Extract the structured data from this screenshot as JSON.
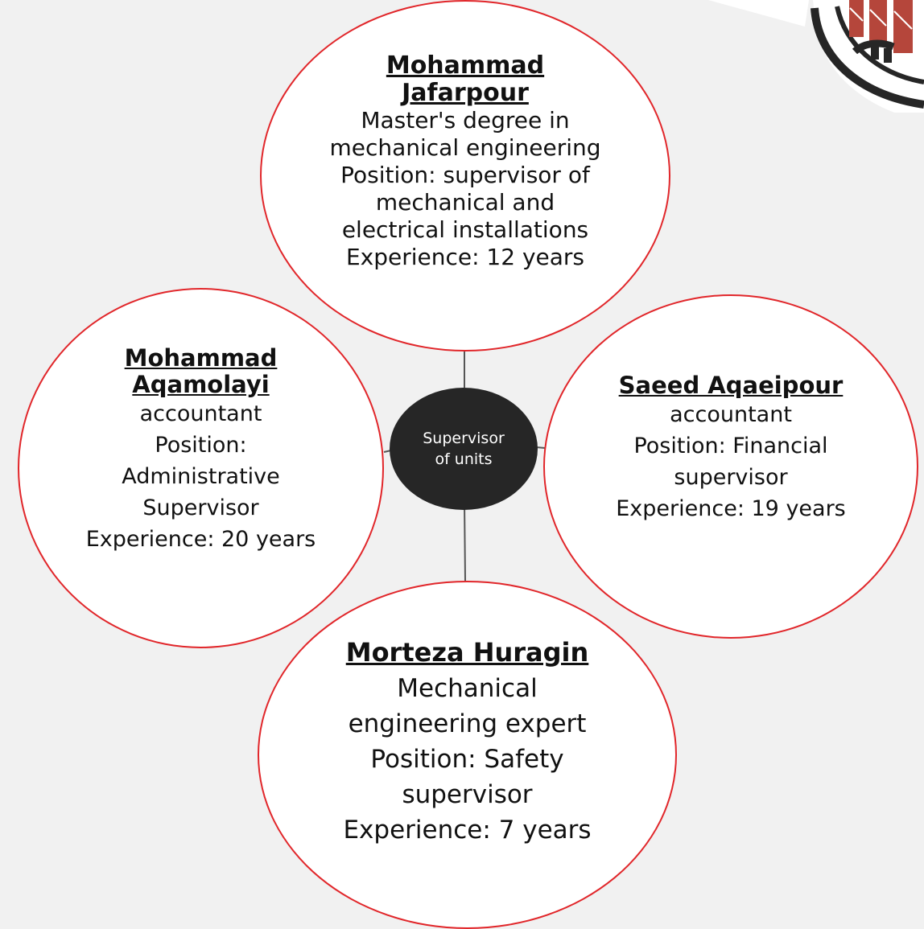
{
  "center": {
    "lines": [
      "Supervisor",
      "of units"
    ]
  },
  "nodes": [
    {
      "id": "top",
      "name": "Mohammad Jafarpour",
      "name_lines": [
        "Mohammad",
        "Jafarpour"
      ],
      "lines": [
        "Master's degree in",
        "mechanical engineering",
        "Position: supervisor of",
        "mechanical and",
        "electrical installations",
        "Experience: 12 years"
      ]
    },
    {
      "id": "left",
      "name": "Mohammad Aqamolayi",
      "name_lines": [
        "Mohammad",
        "Aqamolayi"
      ],
      "lines": [
        "accountant",
        "Position:",
        "Administrative",
        "Supervisor",
        "Experience: 20 years"
      ]
    },
    {
      "id": "right",
      "name": "Saeed Aqaeipour",
      "name_lines": [
        "Saeed Aqaeipour"
      ],
      "lines": [
        "accountant",
        "Position: Financial",
        "supervisor",
        "Experience: 19 years"
      ]
    },
    {
      "id": "bottom",
      "name": "Morteza Huragin",
      "name_lines": [
        "Morteza Huragin"
      ],
      "lines": [
        "Mechanical",
        "engineering expert",
        "Position: Safety",
        "supervisor",
        "Experience: 7 years"
      ]
    }
  ],
  "colors": {
    "circle_border": "#e1262a",
    "circle_fill": "#ffffff",
    "hub_fill": "#262626",
    "hub_text": "#ffffff",
    "connector": "#555555",
    "background": "#f1f1f1",
    "logo_brick": "#b5463b"
  },
  "logo": {
    "icon": "building-emblem-icon"
  }
}
